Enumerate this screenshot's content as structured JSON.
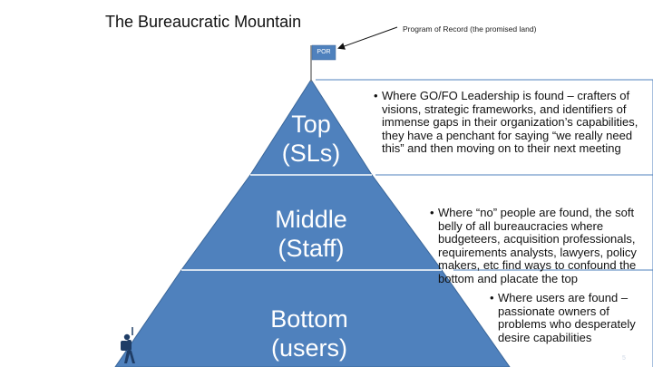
{
  "slide": {
    "title": "The Bureaucratic Mountain",
    "callout": "Program of Record (the promised land)",
    "flag_label": "POR",
    "page_number": "5"
  },
  "tiers": [
    {
      "line1": "Top",
      "line2": "(SLs)",
      "description": "Where GO/FO Leadership is found – crafters of visions, strategic frameworks, and identifiers of immense gaps in their organization’s capabilities, they have a penchant for saying “we really need this” and then moving on to their next meeting"
    },
    {
      "line1": "Middle",
      "line2": "(Staff)",
      "description": "Where “no” people are found, the soft belly of all bureaucracies where budgeteers, acquisition professionals, requirements analysts, lawyers, policy makers, etc find ways to confound the bottom and placate the top"
    },
    {
      "line1": "Bottom",
      "line2": "(users)",
      "description": "Where users are found – passionate owners of problems who desperately desire capabilities"
    }
  ],
  "colors": {
    "pyramid_fill": "#4f81bd",
    "pyramid_stroke": "#3a6699",
    "box_border": "#4f81bd",
    "text_white": "#ffffff",
    "climber": "#1f3d66"
  },
  "icons": {
    "flag": "flag-icon",
    "climber": "hiker-icon",
    "arrow": "arrow-icon"
  }
}
